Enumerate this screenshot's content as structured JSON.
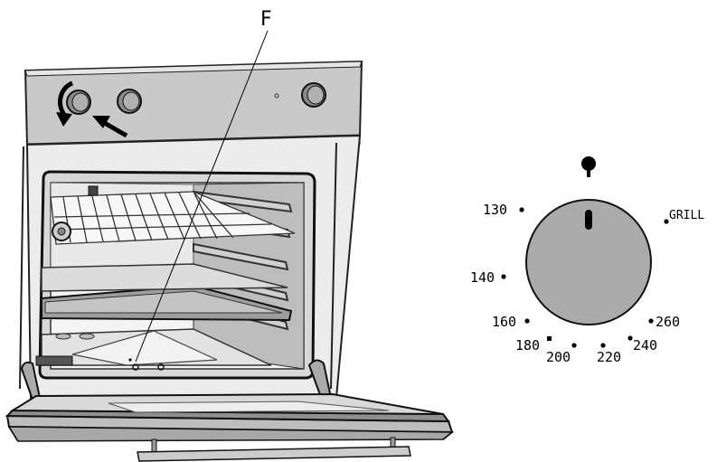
{
  "callout": {
    "letter": "F"
  },
  "dial": {
    "marks": {
      "grill": "GRILL",
      "t130": "130",
      "t140": "140",
      "t160": "160",
      "t180": "180",
      "t200": "200",
      "t220": "220",
      "t240": "240",
      "t260": "260"
    },
    "off_icon": "off-dot-icon"
  },
  "oven": {
    "arrow_icons": [
      "rotate-arrow-icon",
      "push-arrow-icon"
    ]
  }
}
